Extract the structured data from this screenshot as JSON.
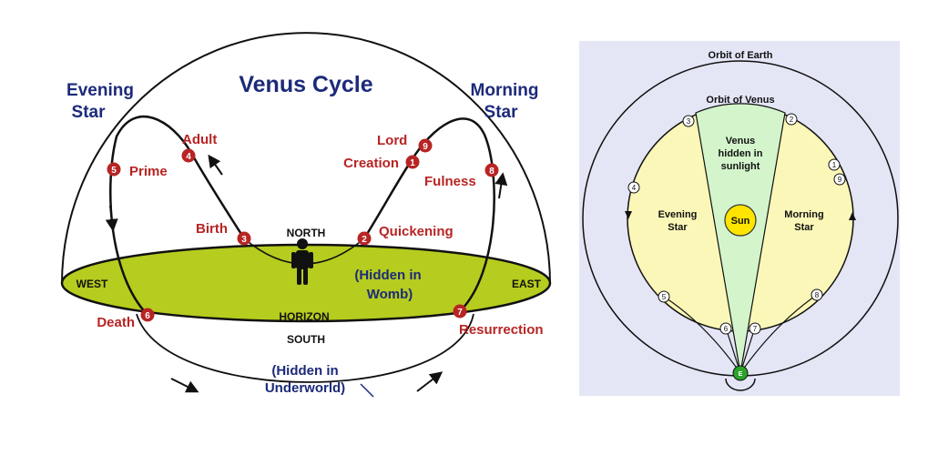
{
  "left": {
    "title": "Venus Cycle",
    "evening_star": [
      "Evening",
      "Star"
    ],
    "morning_star": [
      "Morning",
      "Star"
    ],
    "directions": {
      "north": "NORTH",
      "south": "SOUTH",
      "west": "WEST",
      "east": "EAST",
      "horizon": "HORIZON"
    },
    "hidden_womb": [
      "(Hidden in",
      "Womb)"
    ],
    "hidden_underworld": [
      "(Hidden in",
      "Underworld)"
    ],
    "stages": [
      {
        "num": "1",
        "label": "Creation"
      },
      {
        "num": "2",
        "label": "Quickening"
      },
      {
        "num": "3",
        "label": "Birth"
      },
      {
        "num": "4",
        "label": "Adult"
      },
      {
        "num": "5",
        "label": "Prime"
      },
      {
        "num": "6",
        "label": "Death"
      },
      {
        "num": "7",
        "label": "Resurrection"
      },
      {
        "num": "8",
        "label": "Fulness"
      },
      {
        "num": "9",
        "label": "Lord"
      }
    ]
  },
  "right": {
    "orbit_earth": "Orbit of Earth",
    "orbit_venus": "Orbit of Venus",
    "hidden_sunlight": [
      "Venus",
      "hidden in",
      "sunlight"
    ],
    "sun": "Sun",
    "earth": "E",
    "evening_star": [
      "Evening",
      "Star"
    ],
    "morning_star": [
      "Morning",
      "Star"
    ],
    "points": [
      "1",
      "2",
      "3",
      "4",
      "5",
      "6",
      "7",
      "8",
      "9"
    ]
  },
  "colors": {
    "title_navy": "#1c2a7a",
    "stage_red": "#b82424",
    "horizon_green": "#b6cc1e",
    "panel_bg": "#e4e6f6",
    "pale_yellow": "#fbf7b8",
    "sector_green": "#d4f5cc",
    "sun_yellow": "#ffe400",
    "earth_green": "#2aa52a"
  }
}
